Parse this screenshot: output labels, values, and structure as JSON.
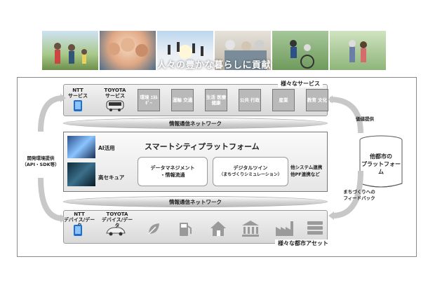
{
  "banner": {
    "title": "人々の豊かな暮らしに貢献"
  },
  "services": {
    "title": "様々なサービス",
    "ntt": {
      "line1": "NTT",
      "line2": "サービス"
    },
    "toyota": {
      "line1": "TOYOTA",
      "line2": "サービス"
    },
    "boxes": [
      "環境 ｴﾈﾙｷﾞｰ",
      "運輸 交通",
      "生活 医療 健康",
      "公共 行政",
      "産業",
      "教育 文化"
    ]
  },
  "network_top": "情報通信ネットワーク",
  "network_bottom": "情報通信ネットワーク",
  "platform": {
    "title": "スマートシティプラットフォーム",
    "ai": "AI活用",
    "security": "高セキュア",
    "data_mgmt": {
      "line1": "データマネジメント",
      "line2": "・情報流通"
    },
    "twin": {
      "line1": "デジタルツイン",
      "line2": "（まちづくりシミュレーション）"
    },
    "links": {
      "line1": "他システム連携",
      "line2": "他PF連携など"
    }
  },
  "left_label": {
    "line1": "開発環境提供",
    "line2": "（API・SDK等）"
  },
  "right_top_label": "価値提供",
  "right_bottom_label": {
    "line1": "まちづくりへの",
    "line2": "フィードバック"
  },
  "other_platform": {
    "line1": "他都市の",
    "line2": "プラットフォーム"
  },
  "assets": {
    "title": "様々な都市アセット",
    "ntt": {
      "line1": "NTT",
      "line2": "デバイス/データ"
    },
    "toyota": {
      "line1": "TOYOTA",
      "line2": "デバイス/データ"
    },
    "icons": [
      "leaf-icon",
      "fuel-pump-icon",
      "house-icon",
      "government-building-icon",
      "factory-icon",
      "stacked-records-icon"
    ]
  },
  "colors": {
    "box_gray": "#b9b9b9",
    "icon_gray": "#9a9a9a",
    "phone_blue": "#1f6fd0"
  }
}
